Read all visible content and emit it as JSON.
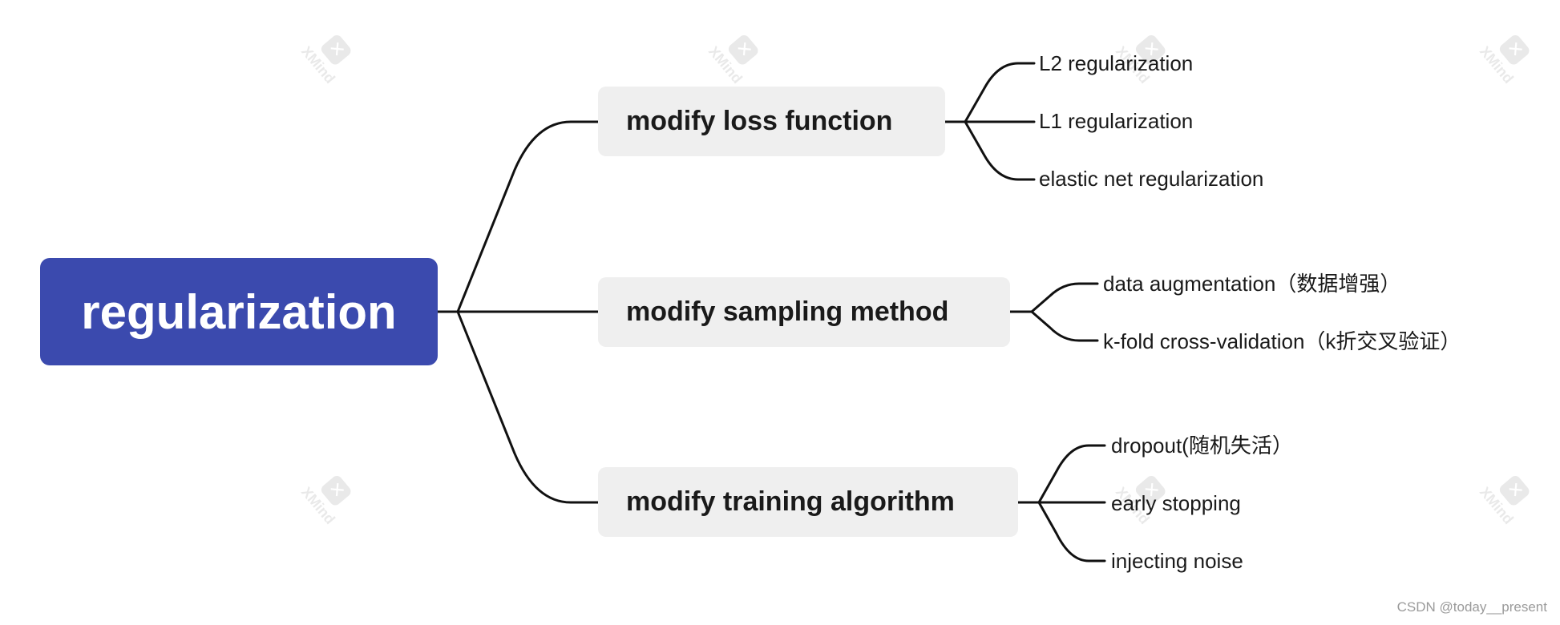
{
  "root": {
    "label": "regularization"
  },
  "branches": [
    {
      "label": "modify loss function",
      "leaves": [
        "L2 regularization",
        "L1 regularization",
        "elastic net regularization"
      ]
    },
    {
      "label": "modify sampling method",
      "leaves": [
        "data augmentation（数据增强）",
        "k-fold cross-validation（k折交叉验证）"
      ]
    },
    {
      "label": "modify training algorithm",
      "leaves": [
        "dropout(随机失活）",
        "early stopping",
        "injecting noise"
      ]
    }
  ],
  "watermark": {
    "text": "XMind",
    "icon": "xmind-logo-icon"
  },
  "credit": "CSDN @today__present",
  "colors": {
    "root_fill": "#3b4aae",
    "root_text": "#ffffff",
    "branch_fill": "#efefef",
    "connector": "#111111",
    "credit_text": "#9a9a9a"
  }
}
